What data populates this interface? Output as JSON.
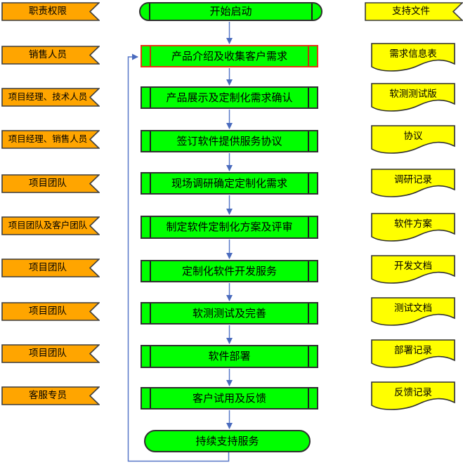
{
  "left_column": {
    "items": [
      {
        "label": "职责权限"
      },
      {
        "label": "销售人员"
      },
      {
        "label": "项目经理、技术人员"
      },
      {
        "label": "项目经理、销售人员"
      },
      {
        "label": "项目团队"
      },
      {
        "label": "项目团队及客户团队"
      },
      {
        "label": "项目团队"
      },
      {
        "label": "项目团队"
      },
      {
        "label": "项目团队"
      },
      {
        "label": "客服专员"
      }
    ]
  },
  "flow": {
    "start": {
      "label": "开始启动"
    },
    "steps": [
      {
        "label": "产品介绍及收集客户需求",
        "highlighted": true
      },
      {
        "label": "产品展示及定制化需求确认",
        "highlighted": false
      },
      {
        "label": "签订软件提供服务协议",
        "highlighted": false
      },
      {
        "label": "现场调研确定定制化需求",
        "highlighted": false
      },
      {
        "label": "制定软件定制化方案及评审",
        "highlighted": false
      },
      {
        "label": "定制化软件开发服务",
        "highlighted": false
      },
      {
        "label": "软测测试及完善",
        "highlighted": false
      },
      {
        "label": "软件部署",
        "highlighted": false
      },
      {
        "label": "客户试用及反馈",
        "highlighted": false
      }
    ],
    "end": {
      "label": "持续支持服务"
    }
  },
  "right_column": {
    "header": {
      "label": "支持文件"
    },
    "items": [
      {
        "label": "需求信息表"
      },
      {
        "label": "软测测试版"
      },
      {
        "label": "协议"
      },
      {
        "label": "调研记录"
      },
      {
        "label": "软件方案"
      },
      {
        "label": "开发文档"
      },
      {
        "label": "测试文档"
      },
      {
        "label": "部署记录"
      },
      {
        "label": "反馈记录"
      }
    ]
  },
  "colors": {
    "role_fill": "#FFA500",
    "process_fill": "#00FF00",
    "document_fill": "#FFFF00",
    "connector_blue": "#5878C8",
    "highlight_red": "#E53517",
    "shape_border": "#3D3D3D",
    "text": "#000000"
  }
}
